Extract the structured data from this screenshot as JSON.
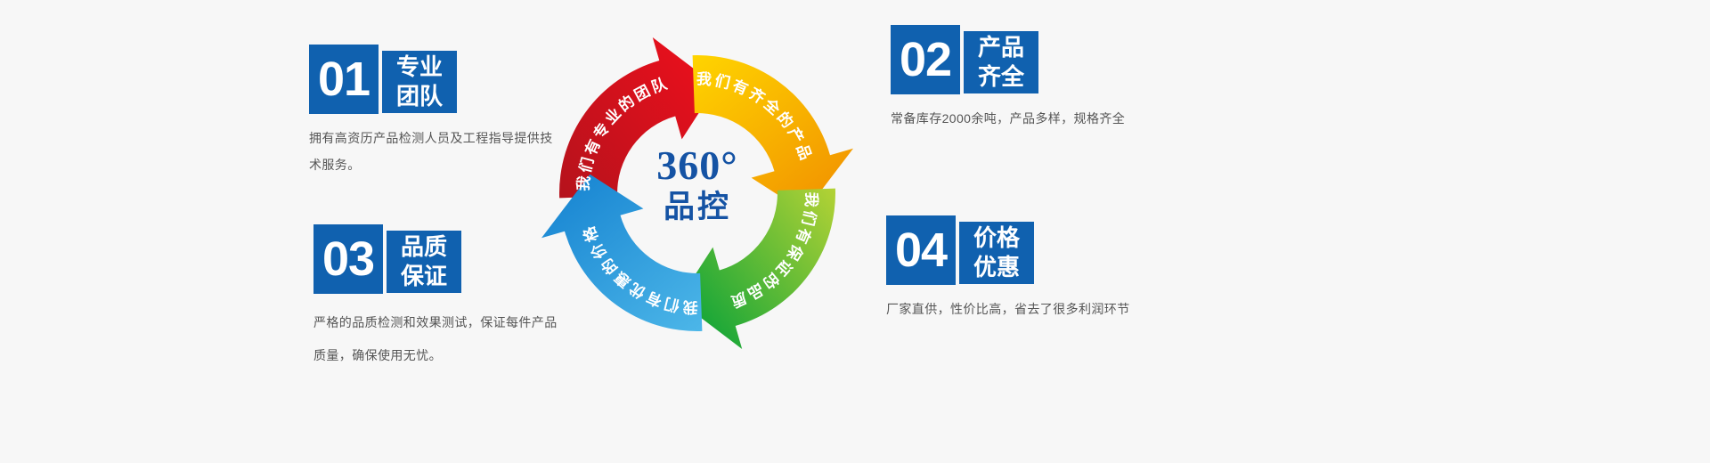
{
  "colors": {
    "accent_blue": "#1061af",
    "text_dark": "#555555",
    "center_blue": "#1553a4",
    "background": "#f7f7f7"
  },
  "center": {
    "value": "360°",
    "label": "品控"
  },
  "wheel": {
    "arrows": [
      {
        "name": "team",
        "color_start": "#b5121c",
        "color_end": "#e8101c",
        "label": "我们有专业的团队"
      },
      {
        "name": "products",
        "color_start": "#ffd400",
        "color_end": "#f29600",
        "label": "我们有齐全的产品"
      },
      {
        "name": "quality",
        "color_start": "#b3d235",
        "color_end": "#13a538",
        "label": "我们有保证的品质"
      },
      {
        "name": "price",
        "color_start": "#4cb6e8",
        "color_end": "#1b88d3",
        "label": "我们有优惠的价格"
      }
    ]
  },
  "features": [
    {
      "number": "01",
      "title_line1": "专业",
      "title_line2": "团队",
      "description": "拥有高资历产品检测人员及工程指导提供技术服务。"
    },
    {
      "number": "02",
      "title_line1": "产品",
      "title_line2": "齐全",
      "description": "常备库存2000余吨，产品多样，规格齐全"
    },
    {
      "number": "03",
      "title_line1": "品质",
      "title_line2": "保证",
      "description": "严格的品质检测和效果测试，保证每件产品质量，确保使用无忧。"
    },
    {
      "number": "04",
      "title_line1": "价格",
      "title_line2": "优惠",
      "description": "厂家直供，性价比高，省去了很多利润环节"
    }
  ]
}
